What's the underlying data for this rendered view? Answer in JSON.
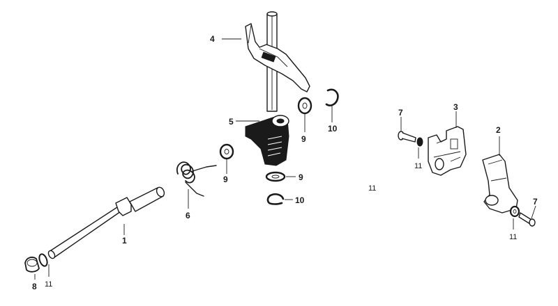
{
  "diagram": {
    "labels": {
      "p1": "1",
      "p2": "2",
      "p3": "3",
      "p4": "4",
      "p5": "5",
      "p6": "6",
      "p7a": "7",
      "p7b": "7",
      "p8": "8",
      "p9a": "9",
      "p9b": "9",
      "p9c": "9",
      "p10a": "10",
      "p10b": "10",
      "p11a": "11",
      "p11b": "11",
      "p11c": "11",
      "p11d": "11"
    }
  },
  "colors": {
    "ink": "#1a1a1a",
    "background": "#ffffff"
  }
}
